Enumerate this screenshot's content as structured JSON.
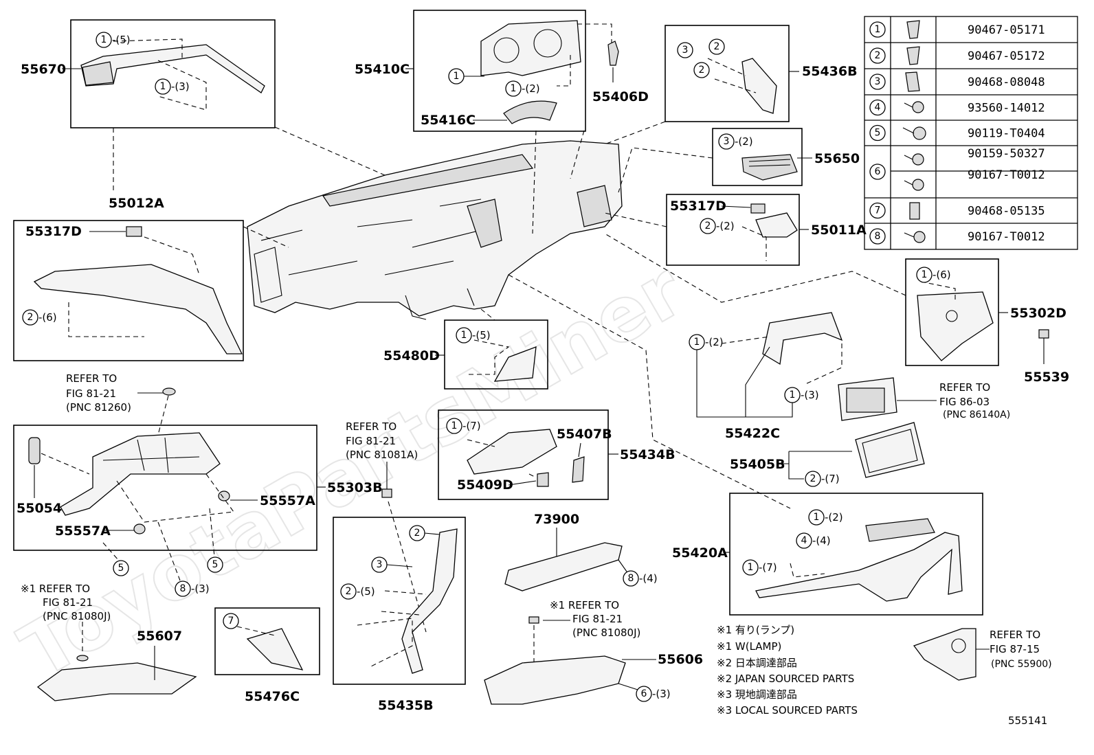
{
  "watermark": "ToyotaPartsMiner",
  "parts": {
    "p55670": "55670",
    "p55410C": "55410C",
    "p55406D": "55406D",
    "p55416C": "55416C",
    "p55436B": "55436B",
    "p55650": "55650",
    "p55012A": "55012A",
    "p55317D_a": "55317D",
    "p55317D_b": "55317D",
    "p55011A": "55011A",
    "p55302D": "55302D",
    "p55539": "55539",
    "p55480D": "55480D",
    "p55422C": "55422C",
    "p55407B": "55407B",
    "p55434B": "55434B",
    "p55409D": "55409D",
    "p55405B": "55405B",
    "p55303B": "55303B",
    "p55054": "55054",
    "p55557A_a": "55557A",
    "p55557A_b": "55557A",
    "p73900": "73900",
    "p55420A": "55420A",
    "p55607": "55607",
    "p55476C": "55476C",
    "p55435B": "55435B",
    "p55606": "55606"
  },
  "callouts": {
    "c55670a": {
      "num": "1",
      "qty": "-(5)"
    },
    "c55670b": {
      "num": "1",
      "qty": "-(3)"
    },
    "c55410a": {
      "num": "1",
      "qty": ""
    },
    "c55410b": {
      "num": "1",
      "qty": "-(2)"
    },
    "c55436a": {
      "num": "3",
      "qty": ""
    },
    "c55436b": {
      "num": "2",
      "qty": ""
    },
    "c55436c": {
      "num": "2",
      "qty": ""
    },
    "c55650": {
      "num": "3",
      "qty": "-(2)"
    },
    "c55011": {
      "num": "2",
      "qty": "-(2)"
    },
    "c55012": {
      "num": "2",
      "qty": "-(6)"
    },
    "c55302": {
      "num": "1",
      "qty": "-(6)"
    },
    "c55422a": {
      "num": "1",
      "qty": "-(2)"
    },
    "c55422b": {
      "num": "1",
      "qty": "-(3)"
    },
    "c55480": {
      "num": "1",
      "qty": "-(5)"
    },
    "c55434": {
      "num": "1",
      "qty": "-(7)"
    },
    "c55405": {
      "num": "2",
      "qty": "-(7)"
    },
    "c55420a": {
      "num": "1",
      "qty": "-(2)"
    },
    "c55420b": {
      "num": "4",
      "qty": "-(4)"
    },
    "c55420c": {
      "num": "1",
      "qty": "-(7)"
    },
    "c55303a": {
      "num": "5",
      "qty": ""
    },
    "c55303b": {
      "num": "8",
      "qty": "-(3)"
    },
    "c55303c": {
      "num": "5",
      "qty": ""
    },
    "c55435a": {
      "num": "2",
      "qty": ""
    },
    "c55435b": {
      "num": "3",
      "qty": ""
    },
    "c55435c": {
      "num": "2",
      "qty": "-(5)"
    },
    "c73900": {
      "num": "8",
      "qty": "-(4)"
    },
    "c55476": {
      "num": "7",
      "qty": ""
    },
    "c55606": {
      "num": "6",
      "qty": "-(3)"
    }
  },
  "refers": {
    "r81260": {
      "l1": "REFER TO",
      "l2": "FIG 81-21",
      "l3": "(PNC 81260)"
    },
    "r81081A": {
      "l1": "REFER TO",
      "l2": "FIG 81-21",
      "l3": "(PNC 81081A)"
    },
    "r86140A": {
      "l1": "REFER TO",
      "l2": "FIG 86-03",
      "l3": "(PNC 86140A)"
    },
    "r81080J_a": {
      "l1": "※1 REFER TO",
      "l2": "FIG 81-21",
      "l3": "(PNC 81080J)"
    },
    "r81080J_b": {
      "l1": "※1 REFER TO",
      "l2": "FIG 81-21",
      "l3": "(PNC 81080J)"
    },
    "r55900": {
      "l1": "REFER TO",
      "l2": "FIG 87-15",
      "l3": "(PNC 55900)"
    }
  },
  "fastener_table": [
    {
      "num": "1",
      "parts": [
        "90467-05171"
      ]
    },
    {
      "num": "2",
      "parts": [
        "90467-05172"
      ]
    },
    {
      "num": "3",
      "parts": [
        "90468-08048"
      ]
    },
    {
      "num": "4",
      "parts": [
        "93560-14012"
      ]
    },
    {
      "num": "5",
      "parts": [
        "90119-T0404"
      ]
    },
    {
      "num": "6",
      "parts": [
        "90159-50327",
        "90167-T0012"
      ]
    },
    {
      "num": "7",
      "parts": [
        "90468-05135"
      ]
    },
    {
      "num": "8",
      "parts": [
        "90167-T0012"
      ]
    }
  ],
  "notes": [
    "※1 有り(ランプ)",
    "※1 W(LAMP)",
    "※2 日本調達部品",
    "※2 JAPAN SOURCED PARTS",
    "※3 現地調達部品",
    "※3 LOCAL SOURCED PARTS"
  ],
  "figure_number": "555141"
}
